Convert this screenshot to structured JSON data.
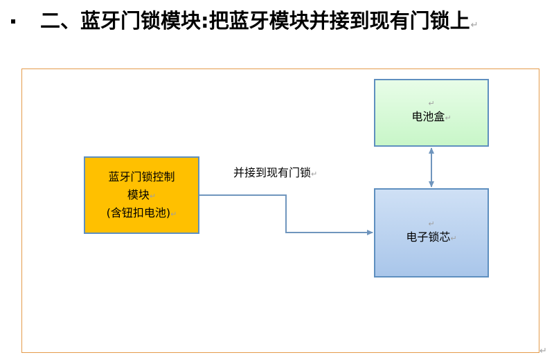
{
  "heading": {
    "text": "二、蓝牙门锁模块:把蓝牙模块并接到现有门锁上",
    "mark": "↵"
  },
  "diagram": {
    "battery_box": {
      "label": "电池盒",
      "mark": "↵"
    },
    "lock_core_box": {
      "label": "电子锁芯",
      "mark": "↵"
    },
    "module_box": {
      "line1": "蓝牙门锁控制",
      "line2": "模块",
      "line3": "(含钮扣电池)",
      "mark": "↵"
    },
    "connection_label": "并接到现有门锁",
    "connection_mark": "↵",
    "corner_mark": "↵"
  },
  "colors": {
    "frame_border": "#e49a4a",
    "connector": "#6f95bd",
    "module_fill": "#ffc000",
    "battery_fill": "#d5f8d5",
    "lock_core_fill": "#b8d0ef",
    "paragraph_mark": "#a0a0a0"
  }
}
